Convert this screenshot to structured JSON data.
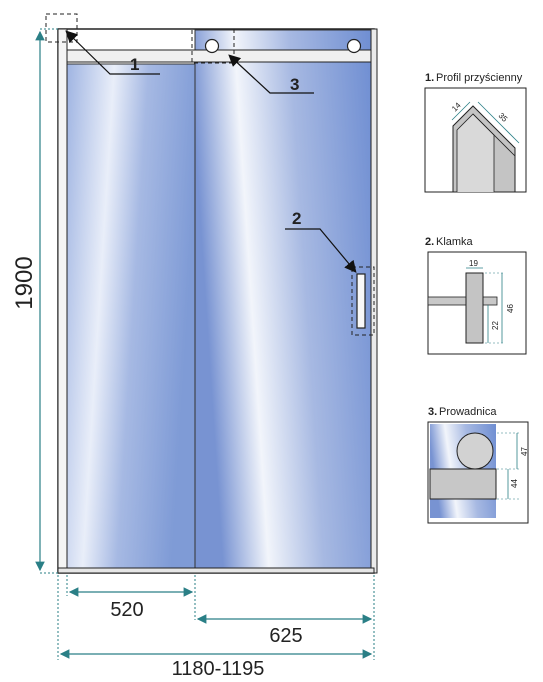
{
  "dimensions": {
    "height": "1900",
    "fixed_panel_width": "520",
    "sliding_panel_width": "625",
    "total_width": "1180-1195"
  },
  "callouts": {
    "c1": "1",
    "c2": "2",
    "c3": "3"
  },
  "details": {
    "profile": {
      "num": "1.",
      "title": "Profil przyścienny",
      "dim_a": "14",
      "dim_b": "35"
    },
    "handle": {
      "num": "2.",
      "title": "Klamka",
      "dim_a": "19",
      "dim_b": "46",
      "dim_c": "22"
    },
    "guide": {
      "num": "3.",
      "title": "Prowadnica",
      "dim_a": "47",
      "dim_b": "44"
    }
  },
  "colors": {
    "dimension_line": "#2a7f86",
    "glass_blue": "#7a9ad8",
    "frame": "#222222"
  }
}
